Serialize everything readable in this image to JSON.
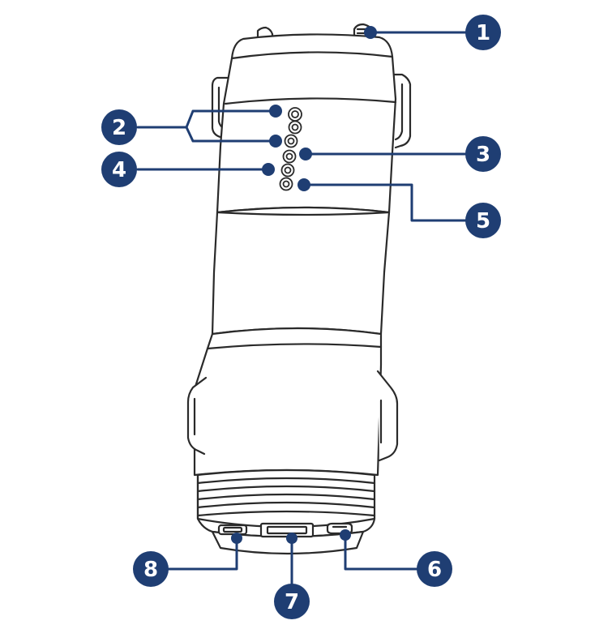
{
  "diagram": {
    "colors": {
      "callout": "#1f3e73",
      "outline": "#2a2a2a",
      "body": "#ffffff"
    },
    "callouts": [
      {
        "id": "1",
        "label": "1"
      },
      {
        "id": "2",
        "label": "2"
      },
      {
        "id": "3",
        "label": "3"
      },
      {
        "id": "4",
        "label": "4"
      },
      {
        "id": "5",
        "label": "5"
      },
      {
        "id": "6",
        "label": "6"
      },
      {
        "id": "7",
        "label": "7"
      },
      {
        "id": "8",
        "label": "8"
      }
    ]
  }
}
